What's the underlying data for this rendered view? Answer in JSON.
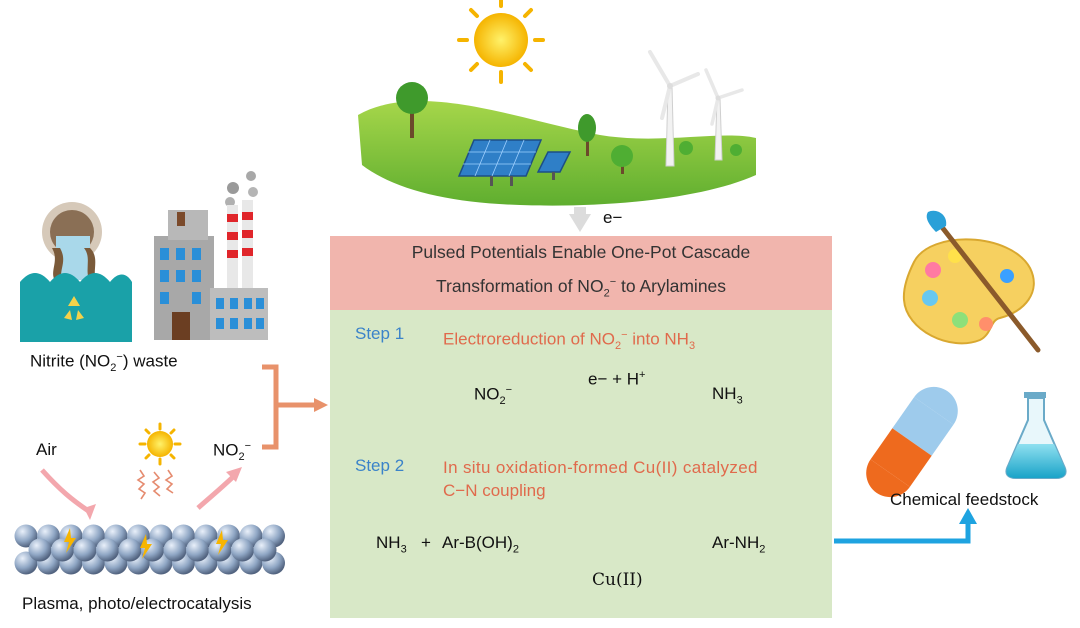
{
  "energy": {
    "electron_label": "e−"
  },
  "title": {
    "line1": "Pulsed Potentials Enable One-Pot Cascade",
    "line2_pre": "Transformation of NO",
    "line2_sub": "2",
    "line2_sup": "−",
    "line2_post": " to Arylamines"
  },
  "step1": {
    "label": "Step 1",
    "text_pre": "Electroreduction of NO",
    "text_sub": "2",
    "text_sup": "−",
    "text_mid": " into NH",
    "text_sub2": "3",
    "reactant": "NO",
    "reactant_sub": "2",
    "reactant_sup": "−",
    "reagent": "e− + H",
    "reagent_sup": "+",
    "product": "NH",
    "product_sub": "3"
  },
  "step2": {
    "label": "Step 2",
    "text_line1": "In situ oxidation-formed Cu(II) catalyzed",
    "text_line2": "C−N coupling",
    "reactant1": "NH",
    "reactant1_sub": "3",
    "plus": "+",
    "reactant2": "Ar-B(OH)",
    "reactant2_sub": "2",
    "product": "Ar-NH",
    "product_sub": "2",
    "catalyst": "Cu(II)"
  },
  "left": {
    "waste_label_pre": "Nitrite (NO",
    "waste_label_sub": "2",
    "waste_label_sup": "−",
    "waste_label_post": ") waste",
    "air_label": "Air",
    "no2_label": "NO",
    "no2_sub": "2",
    "no2_sup": "−",
    "catalysis_label": "Plasma, photo/electrocatalysis"
  },
  "right": {
    "feedstock_label": "Chemical feedstock"
  },
  "colors": {
    "title_bg": "#f1b5ad",
    "step_bg": "#d8e8c7",
    "step_label": "#3b83c9",
    "step_text": "#e06a4c",
    "bracket": "#e8926b",
    "output_arrow": "#1ea3e0"
  }
}
